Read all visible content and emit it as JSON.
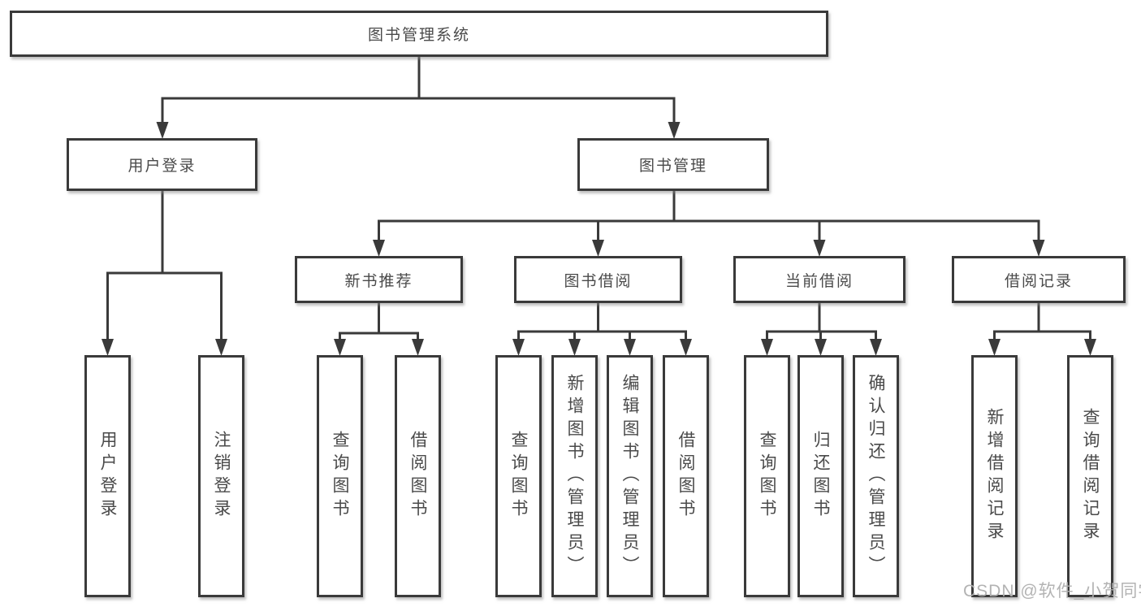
{
  "tree": {
    "root": {
      "label": "图书管理系统",
      "children": [
        {
          "label": "用户登录",
          "children": [
            {
              "label": "用户登录"
            },
            {
              "label": "注销登录"
            }
          ]
        },
        {
          "label": "图书管理",
          "children": [
            {
              "label": "新书推荐",
              "children": [
                {
                  "label": "查询图书"
                },
                {
                  "label": "借阅图书"
                }
              ]
            },
            {
              "label": "图书借阅",
              "children": [
                {
                  "label": "查询图书"
                },
                {
                  "label": "新增图书（管理员）"
                },
                {
                  "label": "编辑图书（管理员）"
                },
                {
                  "label": "借阅图书"
                }
              ]
            },
            {
              "label": "当前借阅",
              "children": [
                {
                  "label": "查询图书"
                },
                {
                  "label": "归还图书"
                },
                {
                  "label": "确认归还（管理员）"
                }
              ]
            },
            {
              "label": "借阅记录",
              "children": [
                {
                  "label": "新增借阅记录"
                },
                {
                  "label": "查询借阅记录"
                }
              ]
            }
          ]
        }
      ]
    }
  },
  "watermark": {
    "text": "CSDN @软件_小贺同学"
  },
  "colors": {
    "line": "#3a3a3a",
    "box_border": "#3a3a3a",
    "box_fill": "#ffffff",
    "text": "#4a4a4a",
    "watermark": "#afafaf",
    "background": "#ffffff"
  }
}
